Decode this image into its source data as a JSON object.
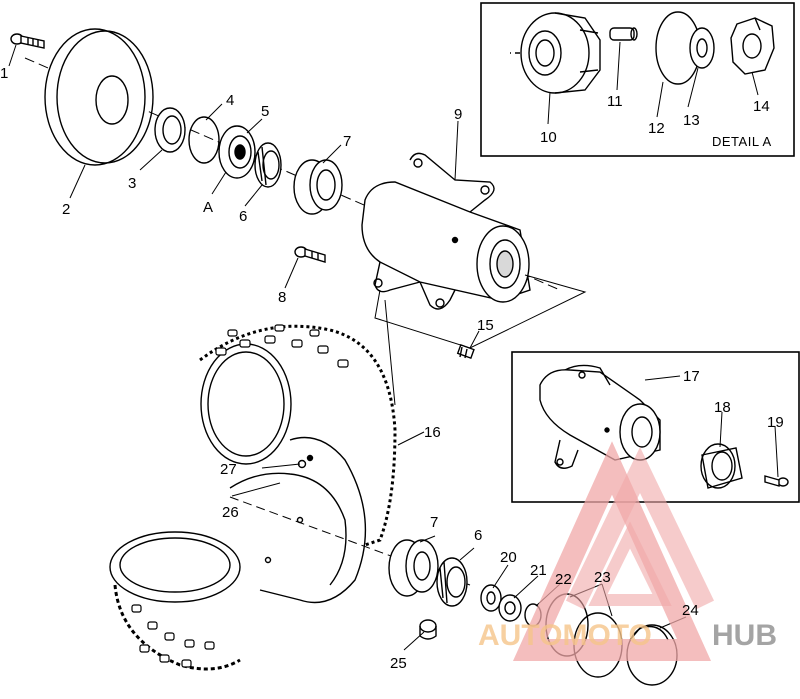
{
  "diagram": {
    "detail_a_title": "DETAIL A",
    "labels": [
      {
        "id": "1",
        "text": "1"
      },
      {
        "id": "2",
        "text": "2"
      },
      {
        "id": "3",
        "text": "3"
      },
      {
        "id": "4",
        "text": "4"
      },
      {
        "id": "5",
        "text": "5"
      },
      {
        "id": "a",
        "text": "A"
      },
      {
        "id": "6a",
        "text": "6"
      },
      {
        "id": "7a",
        "text": "7"
      },
      {
        "id": "8",
        "text": "8"
      },
      {
        "id": "9",
        "text": "9"
      },
      {
        "id": "10",
        "text": "10"
      },
      {
        "id": "11",
        "text": "11"
      },
      {
        "id": "12",
        "text": "12"
      },
      {
        "id": "13",
        "text": "13"
      },
      {
        "id": "14",
        "text": "14"
      },
      {
        "id": "15",
        "text": "15"
      },
      {
        "id": "16",
        "text": "16"
      },
      {
        "id": "17",
        "text": "17"
      },
      {
        "id": "18",
        "text": "18"
      },
      {
        "id": "19",
        "text": "19"
      },
      {
        "id": "20",
        "text": "20"
      },
      {
        "id": "21",
        "text": "21"
      },
      {
        "id": "22",
        "text": "22"
      },
      {
        "id": "23",
        "text": "23"
      },
      {
        "id": "24",
        "text": "24"
      },
      {
        "id": "25",
        "text": "25"
      },
      {
        "id": "26",
        "text": "26"
      },
      {
        "id": "27",
        "text": "27"
      },
      {
        "id": "7b",
        "text": "7"
      },
      {
        "id": "6b",
        "text": "6"
      }
    ]
  },
  "watermark": {
    "part1": "AUTOMOTO",
    "part2": "HUB",
    "color_primary": "#f0a8a8",
    "color_secondary": "#f5c48a",
    "color_tertiary": "#9a9a9a"
  }
}
